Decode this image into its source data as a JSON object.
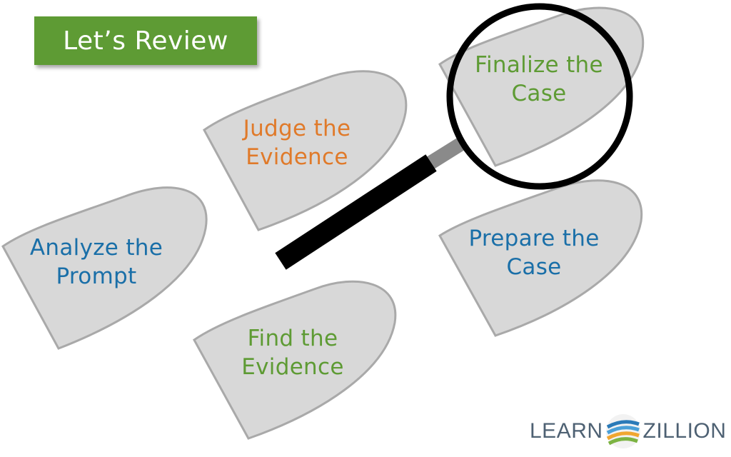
{
  "slide": {
    "title": "Let’s Review"
  },
  "steps": [
    {
      "line1": "Analyze the",
      "line2": "Prompt",
      "color": "#1a6fa8"
    },
    {
      "line1": "Judge the",
      "line2": "Evidence",
      "color": "#e07a2a"
    },
    {
      "line1": "Find the",
      "line2": "Evidence",
      "color": "#5e9b34"
    },
    {
      "line1": "Prepare the",
      "line2": "Case",
      "color": "#1a6fa8"
    },
    {
      "line1": "Finalize the",
      "line2": "Case",
      "color": "#5e9b34"
    }
  ],
  "logo": {
    "left": "LEARN",
    "right": "ZILLION"
  },
  "icons": [
    "magnifying-glass-icon",
    "learnzillion-logo-icon"
  ]
}
